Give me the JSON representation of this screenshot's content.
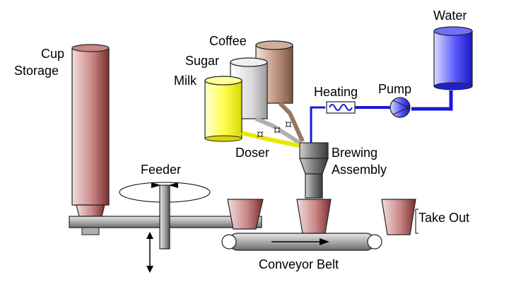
{
  "labels": {
    "cup_storage_line1": "Cup",
    "cup_storage_line2": "Storage",
    "coffee": "Coffee",
    "sugar": "Sugar",
    "milk": "Milk",
    "water": "Water",
    "heating": "Heating",
    "pump": "Pump",
    "doser": "Doser",
    "brewing_line1": "Brewing",
    "brewing_line2": "Assembly",
    "feeder": "Feeder",
    "take_out": "Take Out",
    "conveyor_belt": "Conveyor Belt"
  },
  "colors": {
    "cup": "#b86a6a",
    "coffee": "#b98e78",
    "sugar": "#d8d8d8",
    "milk": "#ffff55",
    "water": "#4a4aff",
    "machine_gray": "#9a9a9a"
  }
}
